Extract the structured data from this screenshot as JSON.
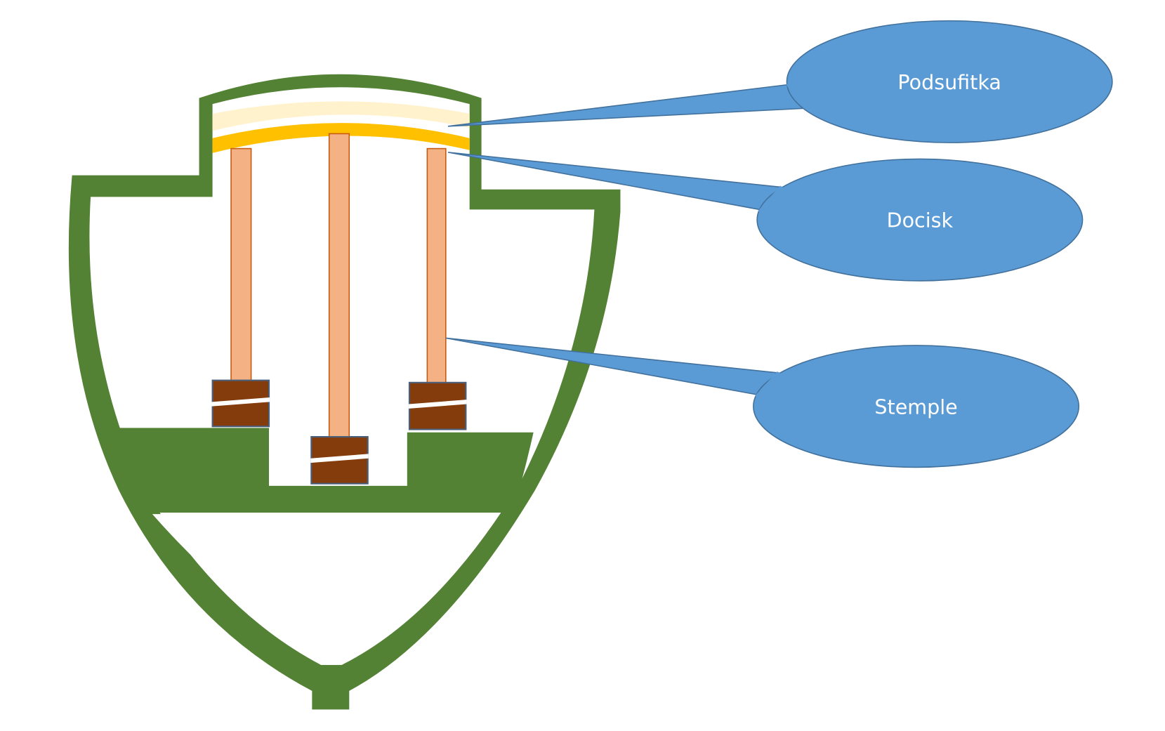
{
  "diagram": {
    "callouts": [
      {
        "id": "podsufitka",
        "label": "Podsufitka"
      },
      {
        "id": "docisk",
        "label": "Docisk"
      },
      {
        "id": "stemple",
        "label": "Stemple"
      }
    ],
    "colors": {
      "shell": "#548235",
      "callout_fill": "#5B9BD5",
      "callout_stroke": "#41719C",
      "prop_fill": "#F4B183",
      "prop_stroke": "#C55A11",
      "base_fill": "#843C0C",
      "base_stroke": "#4A5F7A",
      "docisk_band": "#FFC000",
      "podsufitka_band": "#FFF2CC"
    }
  }
}
